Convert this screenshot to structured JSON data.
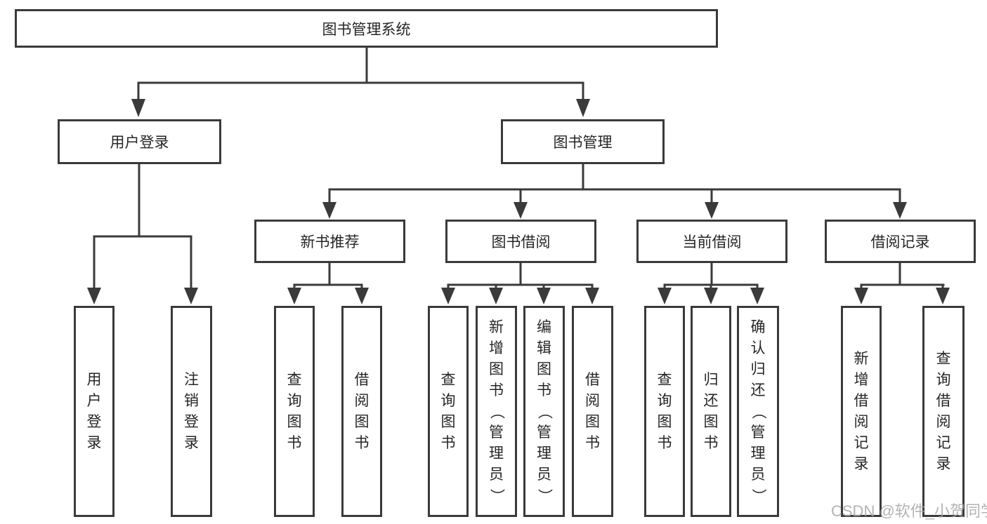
{
  "tree": {
    "root": {
      "label": "图书管理系统"
    },
    "user_branch": {
      "label": "用户登录",
      "children": [
        "用户登录",
        "注销登录"
      ]
    },
    "book_branch": {
      "label": "图书管理",
      "sections": [
        {
          "label": "新书推荐",
          "children": [
            "查询图书",
            "借阅图书"
          ]
        },
        {
          "label": "图书借阅",
          "children": [
            "查询图书",
            "新增图书（管理员）",
            "编辑图书（管理员）",
            "借阅图书"
          ]
        },
        {
          "label": "当前借阅",
          "children": [
            "查询图书",
            "归还图书",
            "确认归还（管理员）"
          ]
        },
        {
          "label": "借阅记录",
          "children": [
            "新增借阅记录",
            "查询借阅记录"
          ]
        }
      ]
    }
  },
  "watermark": {
    "text": "CSDN @软件_小贺同学"
  },
  "colors": {
    "line": "#3a3a3a",
    "node_border": "#3a3a3a",
    "node_fill": "#ffffff",
    "text": "#262626",
    "watermark": "#a6a6a6",
    "background": "#ffffff"
  }
}
